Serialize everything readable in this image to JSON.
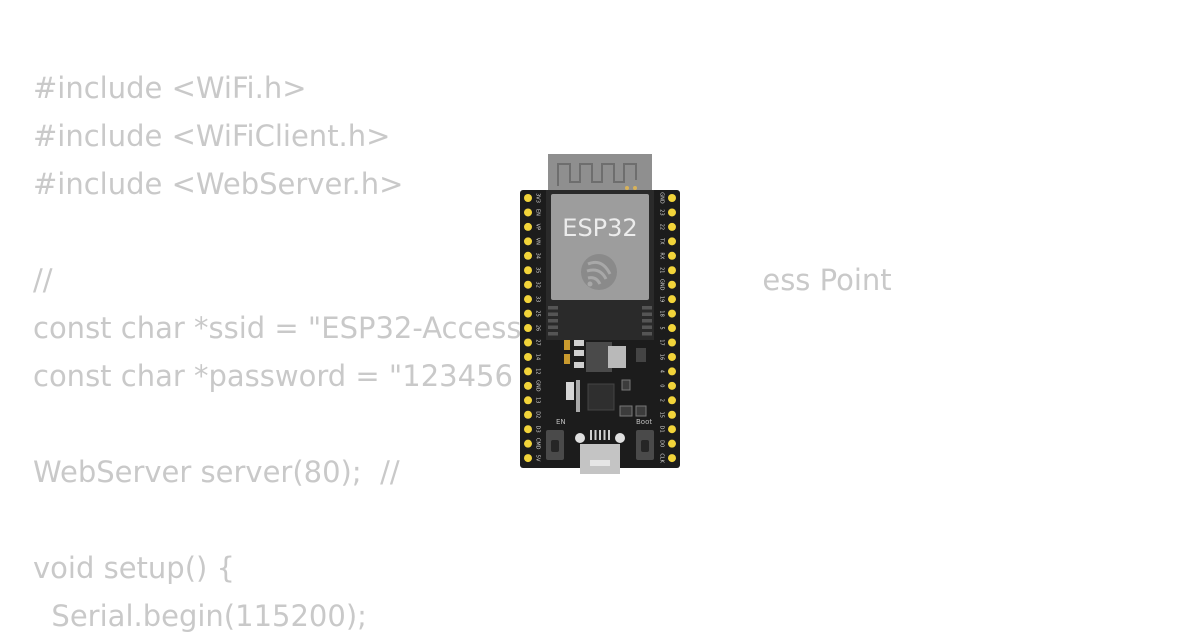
{
  "code": {
    "lines": [
      "#include <WiFi.h>",
      "#include <WiFiClient.h>",
      "#include <WebServer.h>",
      "",
      "//                                                                             ess Point",
      "const char *ssid = \"ESP32-Access",
      "const char *password = \"123456",
      "",
      "WebServer server(80);  //",
      "",
      "void setup() {",
      "  Serial.begin(115200);"
    ]
  },
  "board": {
    "module_label": "ESP32",
    "button_left_label": "EN",
    "button_right_label": "Boot",
    "left_pins": [
      "3V3",
      "EN",
      "VP",
      "VN",
      "34",
      "35",
      "32",
      "33",
      "25",
      "26",
      "27",
      "14",
      "12",
      "GND",
      "13",
      "D2",
      "D3",
      "CMD",
      "5V"
    ],
    "right_pins": [
      "GND",
      "23",
      "22",
      "TX",
      "RX",
      "21",
      "GND",
      "19",
      "18",
      "5",
      "17",
      "16",
      "4",
      "0",
      "2",
      "15",
      "D1",
      "D0",
      "CLK"
    ],
    "colors": {
      "pcb": "#1c1c1c",
      "module": "#8f8f8f",
      "shield": "#9d9d9d",
      "pin": "#f2d43a",
      "usb": "#c4c4c4"
    }
  }
}
